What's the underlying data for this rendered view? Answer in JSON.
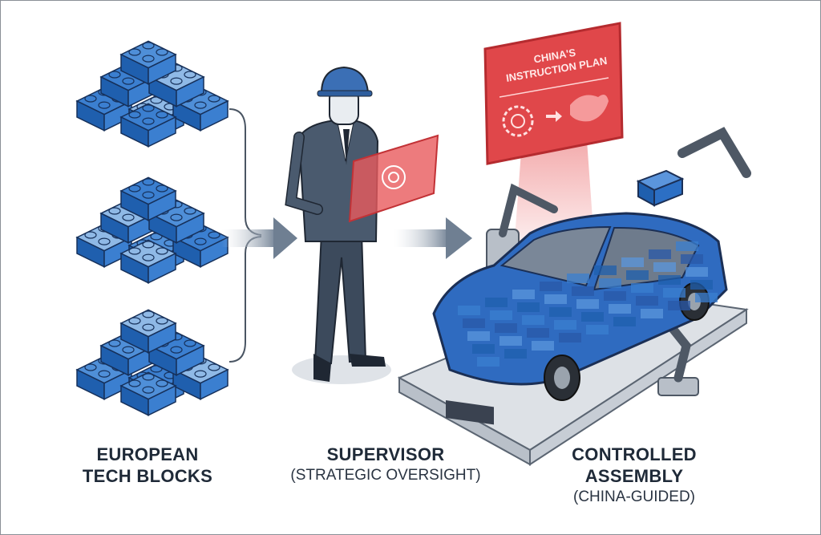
{
  "sign": {
    "line1": "CHINA'S",
    "line2": "INSTRUCTION PLAN"
  },
  "sections": [
    {
      "title_line1": "EUROPEAN",
      "title_line2": "TECH BLOCKS"
    },
    {
      "title_line1": "SUPERVISOR",
      "subtitle": "(STRATEGIC OVERSIGHT)"
    },
    {
      "title_line1": "CONTROLLED",
      "title_line2": "ASSEMBLY",
      "subtitle": "(CHINA-GUIDED)"
    }
  ],
  "colors": {
    "brick_dark": "#1f5fae",
    "brick_mid": "#3b7fd0",
    "brick_light": "#8fb9e6",
    "sign_red": "#e0474a",
    "suit": "#3c4a5c",
    "text": "#1f2a38"
  }
}
